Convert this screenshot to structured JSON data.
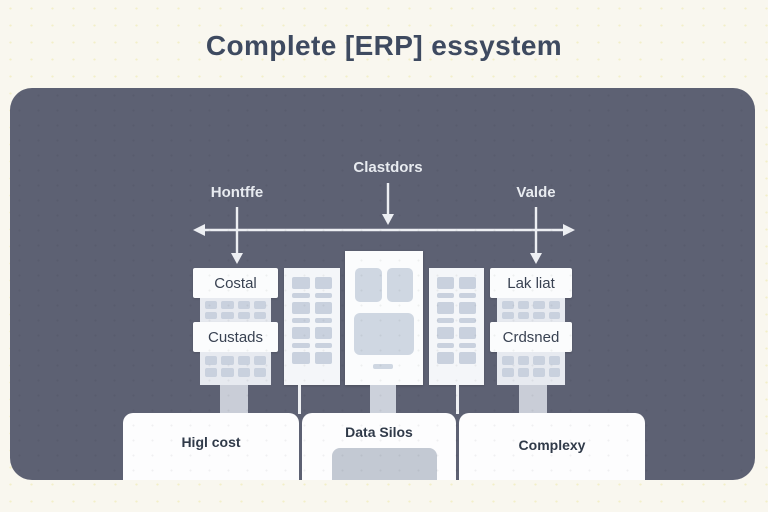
{
  "title": "Complete [ERP] essystem",
  "diagram": {
    "axis": {
      "left_label": "Hontffe",
      "center_label": "Clastdors",
      "right_label": "Valde"
    },
    "left_building": {
      "top_label": "Costal",
      "bottom_label": "Custads"
    },
    "right_building": {
      "top_label": "Lak liat",
      "bottom_label": "Crdsned"
    },
    "footer": {
      "left": "Higl cost",
      "center": "Data Silos",
      "right": "Complexy"
    }
  },
  "colors": {
    "background": "#f9f7ef",
    "panel": "#5d6173",
    "building_white": "#fbfcfd",
    "building_light": "#e7eaf0",
    "window": "#c9d1de",
    "pillar": "#c9cdd7",
    "arrow": "#edeff3",
    "title_text": "#3e4a60",
    "panel_label_text": "#e8ebf0",
    "box_text": "#303a49",
    "silo_gray": "#c3c9d3"
  }
}
